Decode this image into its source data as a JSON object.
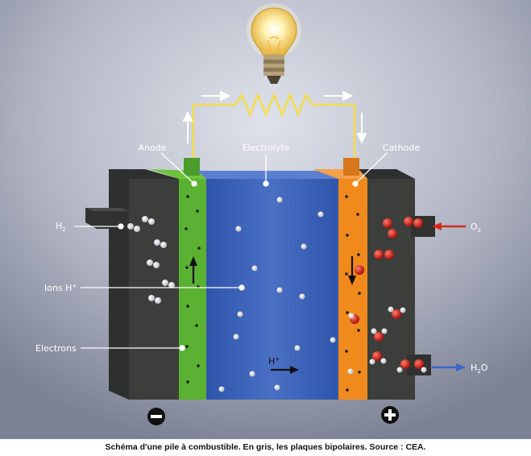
{
  "labels": {
    "anode": "Anode",
    "electrolyte": "Electrolyte",
    "cathode": "Cathode",
    "h2_in": "H",
    "h2_in_sub": "2",
    "o2_in": "O",
    "o2_in_sub": "2",
    "ions": "Ions H",
    "ions_sup": "+",
    "electrons": "Electrons",
    "proton_flow": "H",
    "proton_flow_sup": "+",
    "water_out": "H",
    "water_out_sub": "2",
    "water_out_tail": "O",
    "negative_terminal": "−",
    "positive_terminal": "+"
  },
  "caption": "Schéma d'une pile à combustible. En gris, les plaques bipolaires. Source : CEA.",
  "colors": {
    "background_top": "#c9cdd8",
    "background_bottom": "#8c91a3",
    "plate": "#3a3d3a",
    "anode": "#5bb131",
    "electrolyte": "#3d63b8",
    "cathode": "#f08a1c",
    "oxygen_arrow": "#d62a1e",
    "water_arrow": "#3a66c8",
    "wire": "#f4dd4a",
    "label_text": "#ffffff"
  },
  "icons": {
    "bulb": "light-bulb-icon",
    "resistor": "resistor-icon",
    "minus": "minus-circle-icon",
    "plus": "plus-circle-icon"
  }
}
